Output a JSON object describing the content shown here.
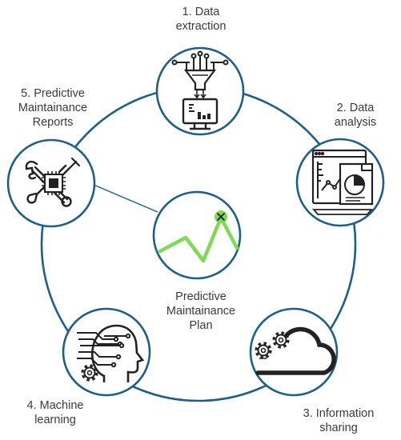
{
  "colors": {
    "ring": "#1f5f86",
    "node_border": "#1f5f86",
    "icon": "#222222",
    "trend_line": "#7ed957",
    "label_text": "#3a3a3a"
  },
  "steps": [
    {
      "id": "data-extraction",
      "label_lines": [
        "1. Data",
        "extraction"
      ],
      "icon": "funnel-monitor-icon"
    },
    {
      "id": "data-analysis",
      "label_lines": [
        "2. Data",
        "analysis"
      ],
      "icon": "dashboard-report-icon"
    },
    {
      "id": "information-sharing",
      "label_lines": [
        "3. Information",
        "sharing"
      ],
      "icon": "cloud-gears-icon"
    },
    {
      "id": "machine-learning",
      "label_lines": [
        "4. Machine",
        "learning"
      ],
      "icon": "ai-head-gears-icon"
    },
    {
      "id": "reports",
      "label_lines": [
        "5. Predictive",
        "Maintainance",
        "Reports"
      ],
      "icon": "wrench-screwdriver-chip-icon"
    }
  ],
  "center": {
    "label_lines": [
      "Predictive",
      "Maintainance",
      "Plan"
    ],
    "icon": "trend-line-tools-icon"
  }
}
